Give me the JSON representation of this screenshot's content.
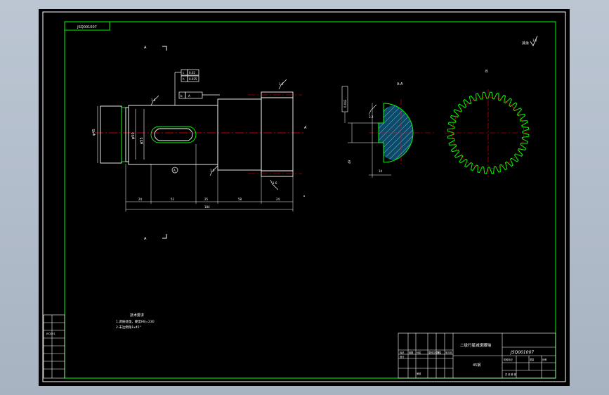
{
  "drawing": {
    "corner_code": "JSQ001007",
    "roughness_note": "其余",
    "roughness_value": "3.2",
    "section_label_top": "A",
    "section_label_bottom": "A",
    "view_label_b": "B",
    "view_label_c": "A-A",
    "datum_a": "A",
    "gtol": {
      "c": "c",
      "c_val": "0.02",
      "h": "h",
      "h_val": "0.025",
      "b": "b",
      "b_val": "A"
    },
    "shaft_dims": {
      "d_left": "φ45",
      "d_mid": "φ50",
      "d_key": "φ55",
      "len_1": "24",
      "len_2": "52",
      "len_3": "25",
      "len_4": "58",
      "len_5": "24",
      "total": "184"
    },
    "rough_marks": [
      "1.6",
      "1.6",
      "1.6",
      "1.6"
    ],
    "key_dims": {
      "width": "14",
      "depth": "49",
      "tol": "0.043",
      "rough": "3.2"
    }
  },
  "notes": {
    "title": "技术要求",
    "line1": "1.调质处理，硬度HB=230",
    "line2": "2.未注倒角1x45°"
  },
  "side_block": {
    "rows": [
      "",
      "",
      "JSQ001",
      "",
      "",
      "",
      "",
      ""
    ]
  },
  "title_block": {
    "drawing_name": "二级行星减速器轴",
    "drawing_number": "JSQ001007",
    "material": "45钢",
    "labels": [
      "标记",
      "处数",
      "分区",
      "更改文件号",
      "签名",
      "年月日",
      "设计",
      "审核"
    ],
    "stage": "阶段标记",
    "weight": "重量",
    "scale": "比例",
    "sheet": "共 张 第 张"
  }
}
